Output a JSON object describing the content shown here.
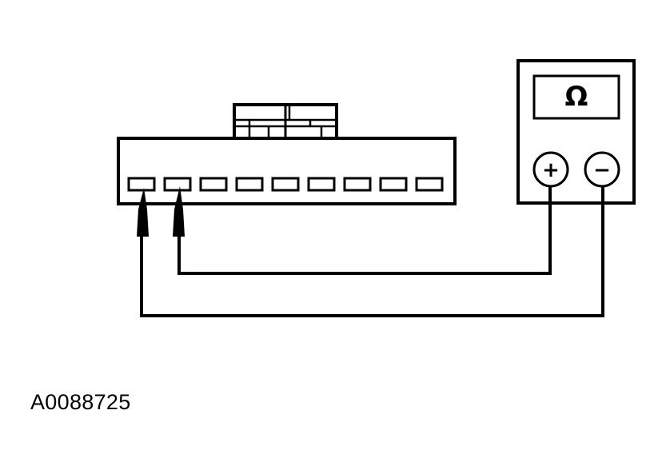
{
  "meter": {
    "display_symbol": "Ω",
    "positive_terminal": "+",
    "negative_terminal": "−"
  },
  "connector": {
    "pin_count": 9
  },
  "figure_id": "A0088725"
}
